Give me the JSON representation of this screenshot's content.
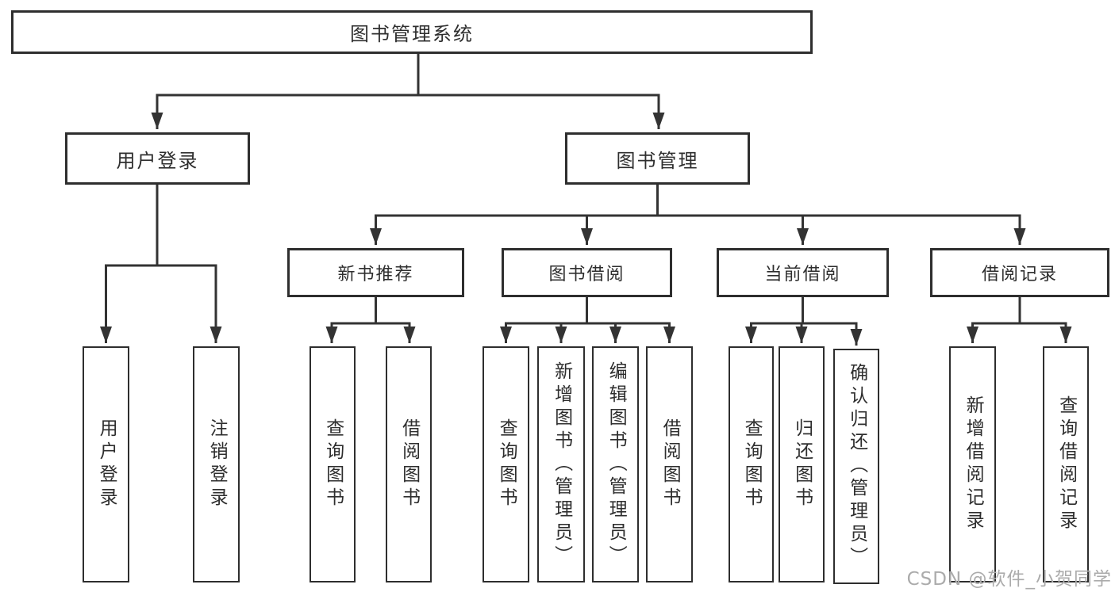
{
  "diagram_type": "hierarchy-tree",
  "tree": {
    "root_label": "图书管理系统",
    "user_branch": {
      "label": "用户登录",
      "children": [
        "用户登录",
        "注销登录"
      ]
    },
    "mgmt_branch": {
      "label": "图书管理",
      "sections": [
        {
          "label": "新书推荐",
          "children": [
            "查询图书",
            "借阅图书"
          ]
        },
        {
          "label": "图书借阅",
          "children": [
            "查询图书",
            "新增图书（管理员）",
            "编辑图书（管理员）",
            "借阅图书"
          ]
        },
        {
          "label": "当前借阅",
          "children": [
            "查询图书",
            "归还图书",
            "确认归还（管理员）"
          ]
        },
        {
          "label": "借阅记录",
          "children": [
            "新增借阅记录",
            "查询借阅记录"
          ]
        }
      ]
    }
  },
  "watermark": "CSDN @软件_小贺同学",
  "colors": {
    "line": "#333333",
    "box_border": "#2e2e2e",
    "text": "#2e2e2e",
    "background": "#ffffff",
    "watermark": "#ababab"
  }
}
